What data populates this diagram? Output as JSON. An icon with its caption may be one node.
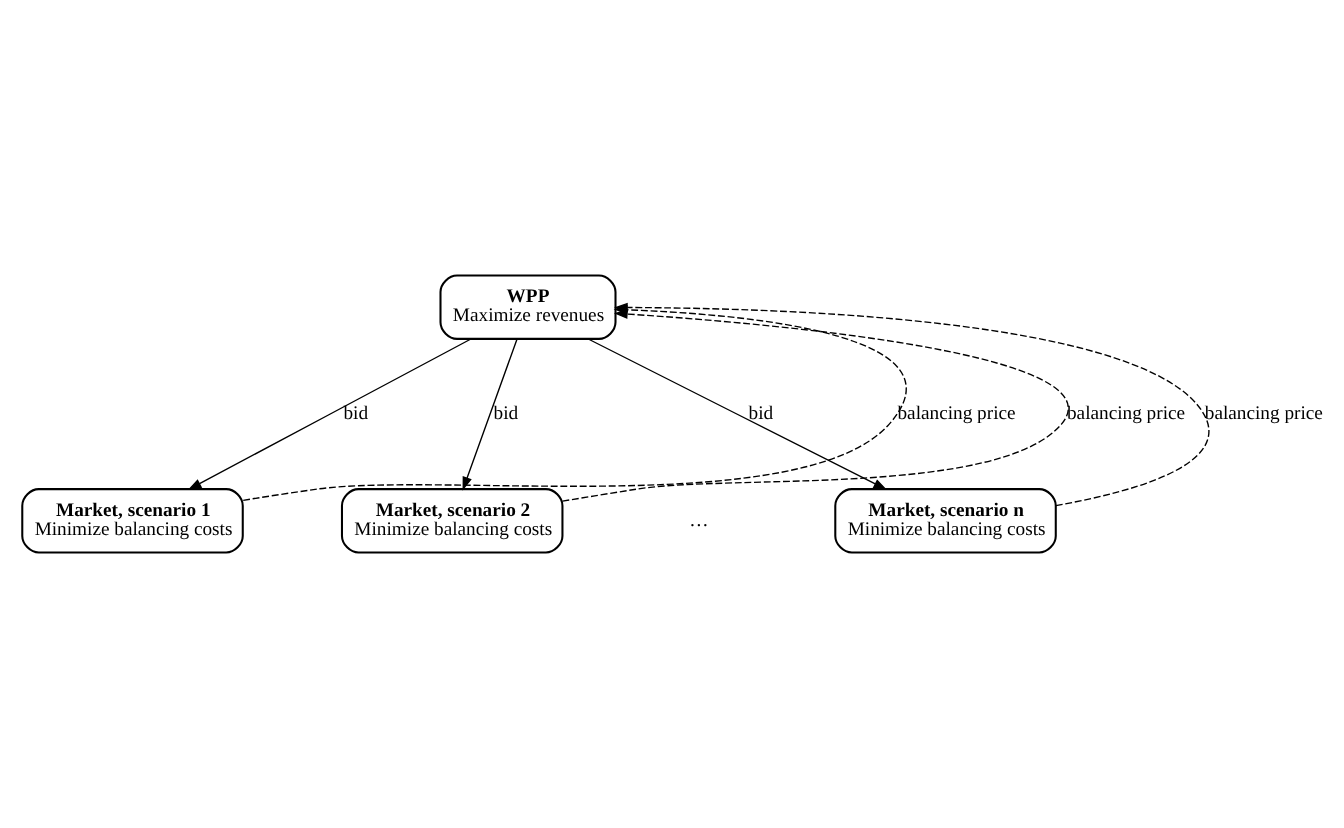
{
  "diagram": {
    "nodes": [
      {
        "text": [
          "WPP",
          "Maximize revenues"
        ]
      },
      {
        "text": [
          "Market, scenario 1",
          "Minimize balancing costs"
        ]
      },
      {
        "text": [
          "Market, scenario 2",
          "Minimize balancing costs"
        ]
      },
      {
        "text": [
          "Market, scenario n",
          "Minimize balancing costs"
        ]
      }
    ],
    "edges": [
      {
        "from": 0,
        "to": 1,
        "arrow": "to",
        "label": "bid"
      },
      {
        "from": 1,
        "to": 0,
        "arrow": "to",
        "label": "balancing price",
        "style": "dashed"
      },
      {
        "from": 0,
        "to": 2,
        "arrow": "to",
        "label": "bid"
      },
      {
        "from": 2,
        "to": 0,
        "arrow": "to",
        "label": "balancing price",
        "style": "dashed"
      },
      {
        "from": 0,
        "to": 3,
        "arrow": "to",
        "label": "bid"
      },
      {
        "from": 3,
        "to": 0,
        "arrow": "to",
        "label": "balancing price",
        "style": "dashed"
      }
    ],
    "labels": [
      "…"
    ]
  }
}
